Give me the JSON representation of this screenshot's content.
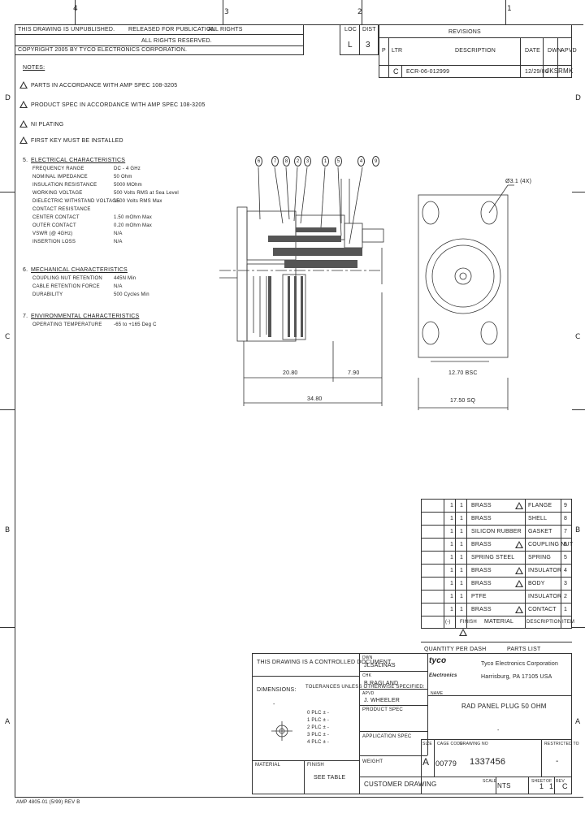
{
  "zones": {
    "top": [
      "4",
      "3",
      "2",
      "1"
    ],
    "side_left": [
      "D",
      "C",
      "B",
      "A"
    ],
    "side_right": [
      "D",
      "C",
      "B",
      "A"
    ]
  },
  "header": {
    "notice1": "THIS DRAWING IS UNPUBLISHED.",
    "notice2": "RELEASED FOR PUBLICATION",
    "notice3": "ALL RIGHTS",
    "copyright": "COPYRIGHT 2005",
    "by": "BY TYCO ELECTRONICS CORPORATION.",
    "rights": "ALL RIGHTS RESERVED."
  },
  "loc": {
    "label": "LOC",
    "value": "L"
  },
  "dist": {
    "label": "DIST",
    "value": "3"
  },
  "revisions": {
    "title": "REVISIONS",
    "headers": [
      "P",
      "LTR",
      "DESCRIPTION",
      "DATE",
      "DWN",
      "APVD"
    ],
    "row": {
      "ltr": "C",
      "desc": "ECR-06-012999",
      "date": "12/29/06",
      "dwn": "JKS",
      "apvd": "RMK"
    }
  },
  "notes": {
    "title": "NOTES:",
    "n1": "PARTS IN ACCORDANCE WITH AMP SPEC 108-3205",
    "n2": "PRODUCT SPEC IN ACCORDANCE WITH AMP SPEC 108-3205",
    "n3": "NI PLATING",
    "n4": "FIRST KEY MUST BE INSTALLED",
    "n5_title": "ELECTRICAL CHARACTERISTICS",
    "n5_rows": [
      [
        "FREQUENCY RANGE",
        "DC - 4 GHz"
      ],
      [
        "NOMINAL IMPEDANCE",
        "50 Ohm"
      ],
      [
        "INSULATION RESISTANCE",
        "5000 MOhm"
      ],
      [
        "WORKING VOLTAGE",
        "500 Volts RMS at Sea Level"
      ],
      [
        "DIELECTRIC WITHSTAND VOLTAGE",
        "1500 Volts RMS Max"
      ],
      [
        "CONTACT RESISTANCE",
        ""
      ],
      [
        "CENTER CONTACT",
        "1.50 mOhm Max"
      ],
      [
        "OUTER CONTACT",
        "0.20 mOhm Max"
      ],
      [
        "VSWR (@ 4GHz)",
        "N/A"
      ],
      [
        "INSERTION LOSS",
        "N/A"
      ]
    ],
    "n6_title": "MECHANICAL CHARACTERISTICS",
    "n6_rows": [
      [
        "COUPLING NUT RETENTION",
        "445N Min"
      ],
      [
        "CABLE RETENTION FORCE",
        "N/A"
      ],
      [
        "DURABILITY",
        "500 Cycles Min"
      ]
    ],
    "n7_title": "ENVIRONMENTAL CHARACTERISTICS",
    "n7_rows": [
      [
        "OPERATING TEMPERATURE",
        "-65 to +165 Deg C"
      ]
    ]
  },
  "drawing": {
    "balloons": [
      "6",
      "7",
      "8",
      "2",
      "3",
      "1",
      "5",
      "4",
      "9"
    ],
    "dim_1": "20.80",
    "dim_2": "7.90",
    "dim_3": "34.80",
    "dim_4": "12.70 BSC",
    "dim_5": "17.50 SQ",
    "flange_note": "Ø3.1 (4X)"
  },
  "bom": {
    "rows": [
      [
        "1",
        "1",
        "BRASS",
        "FLANGE",
        "9"
      ],
      [
        "1",
        "1",
        "BRASS",
        "SHELL",
        "8"
      ],
      [
        "1",
        "1",
        "SILICON RUBBER",
        "GASKET",
        "7"
      ],
      [
        "1",
        "1",
        "BRASS",
        "COUPLING NUT",
        "6"
      ],
      [
        "1",
        "1",
        "SPRING STEEL",
        "SPRING",
        "5"
      ],
      [
        "1",
        "1",
        "BRASS",
        "INSULATOR",
        "4"
      ],
      [
        "1",
        "1",
        "BRASS",
        "BODY",
        "3"
      ],
      [
        "1",
        "1",
        "PTFE",
        "INSULATOR",
        "2"
      ],
      [
        "1",
        "1",
        "BRASS",
        "CONTACT",
        "1"
      ]
    ],
    "headers": [
      "(-)",
      "FINISH",
      "MATERIAL",
      "DESCRIPTION",
      "ITEM"
    ],
    "footer_left": "QUANTITY PER DASH",
    "footer_right": "PARTS LIST"
  },
  "title_block": {
    "controlled": "THIS DRAWING IS A CONTROLLED DOCUMENT.",
    "dw_label": "DWN",
    "dw_name": "JLSALINAS",
    "chk_label": "CHK",
    "chk_name": "B.RAGLAND",
    "appr_label": "APVD",
    "appr_name": "J. WHEELER",
    "product_spec": "PRODUCT SPEC",
    "app_spec": "APPLICATION SPEC",
    "weight": "WEIGHT",
    "dimensions": "DIMENSIONS:",
    "tolerances": "TOLERANCES UNLESS OTHERWISE SPECIFIED:",
    "tol_rows": [
      "0 PLC  ± -",
      "1 PLC  ± -",
      "2 PLC  ± -",
      "3 PLC  ± -",
      "4 PLC  ± -"
    ],
    "material": "MATERIAL",
    "finish": "FINISH",
    "see_table": "SEE TABLE",
    "company": "Tyco Electronics Corporation",
    "address": "Harrisburg, PA 17105 USA",
    "logo_top": "tyco",
    "logo_bottom": "Electronics",
    "title_label": "NAME",
    "title": "RAD PANEL PLUG 50 OHM",
    "size": "A",
    "cage": "00779",
    "drawing_no": "1337456",
    "restricted": "RESTRICTED TO",
    "restricted_value": "-",
    "customer": "CUSTOMER DRAWING",
    "scale_label": "SCALE",
    "scale": "NTS",
    "sheet_label": "SHEET",
    "sheet": "1",
    "of": "OF",
    "total": "1",
    "rev_label": "REV",
    "rev": "C",
    "size_label": "SIZE",
    "cage_label": "CAGE CODE",
    "dwg_label": "DRAWING NO",
    "dash": "-",
    "ref": "AMP 4805-01 (5/99) REV B"
  }
}
